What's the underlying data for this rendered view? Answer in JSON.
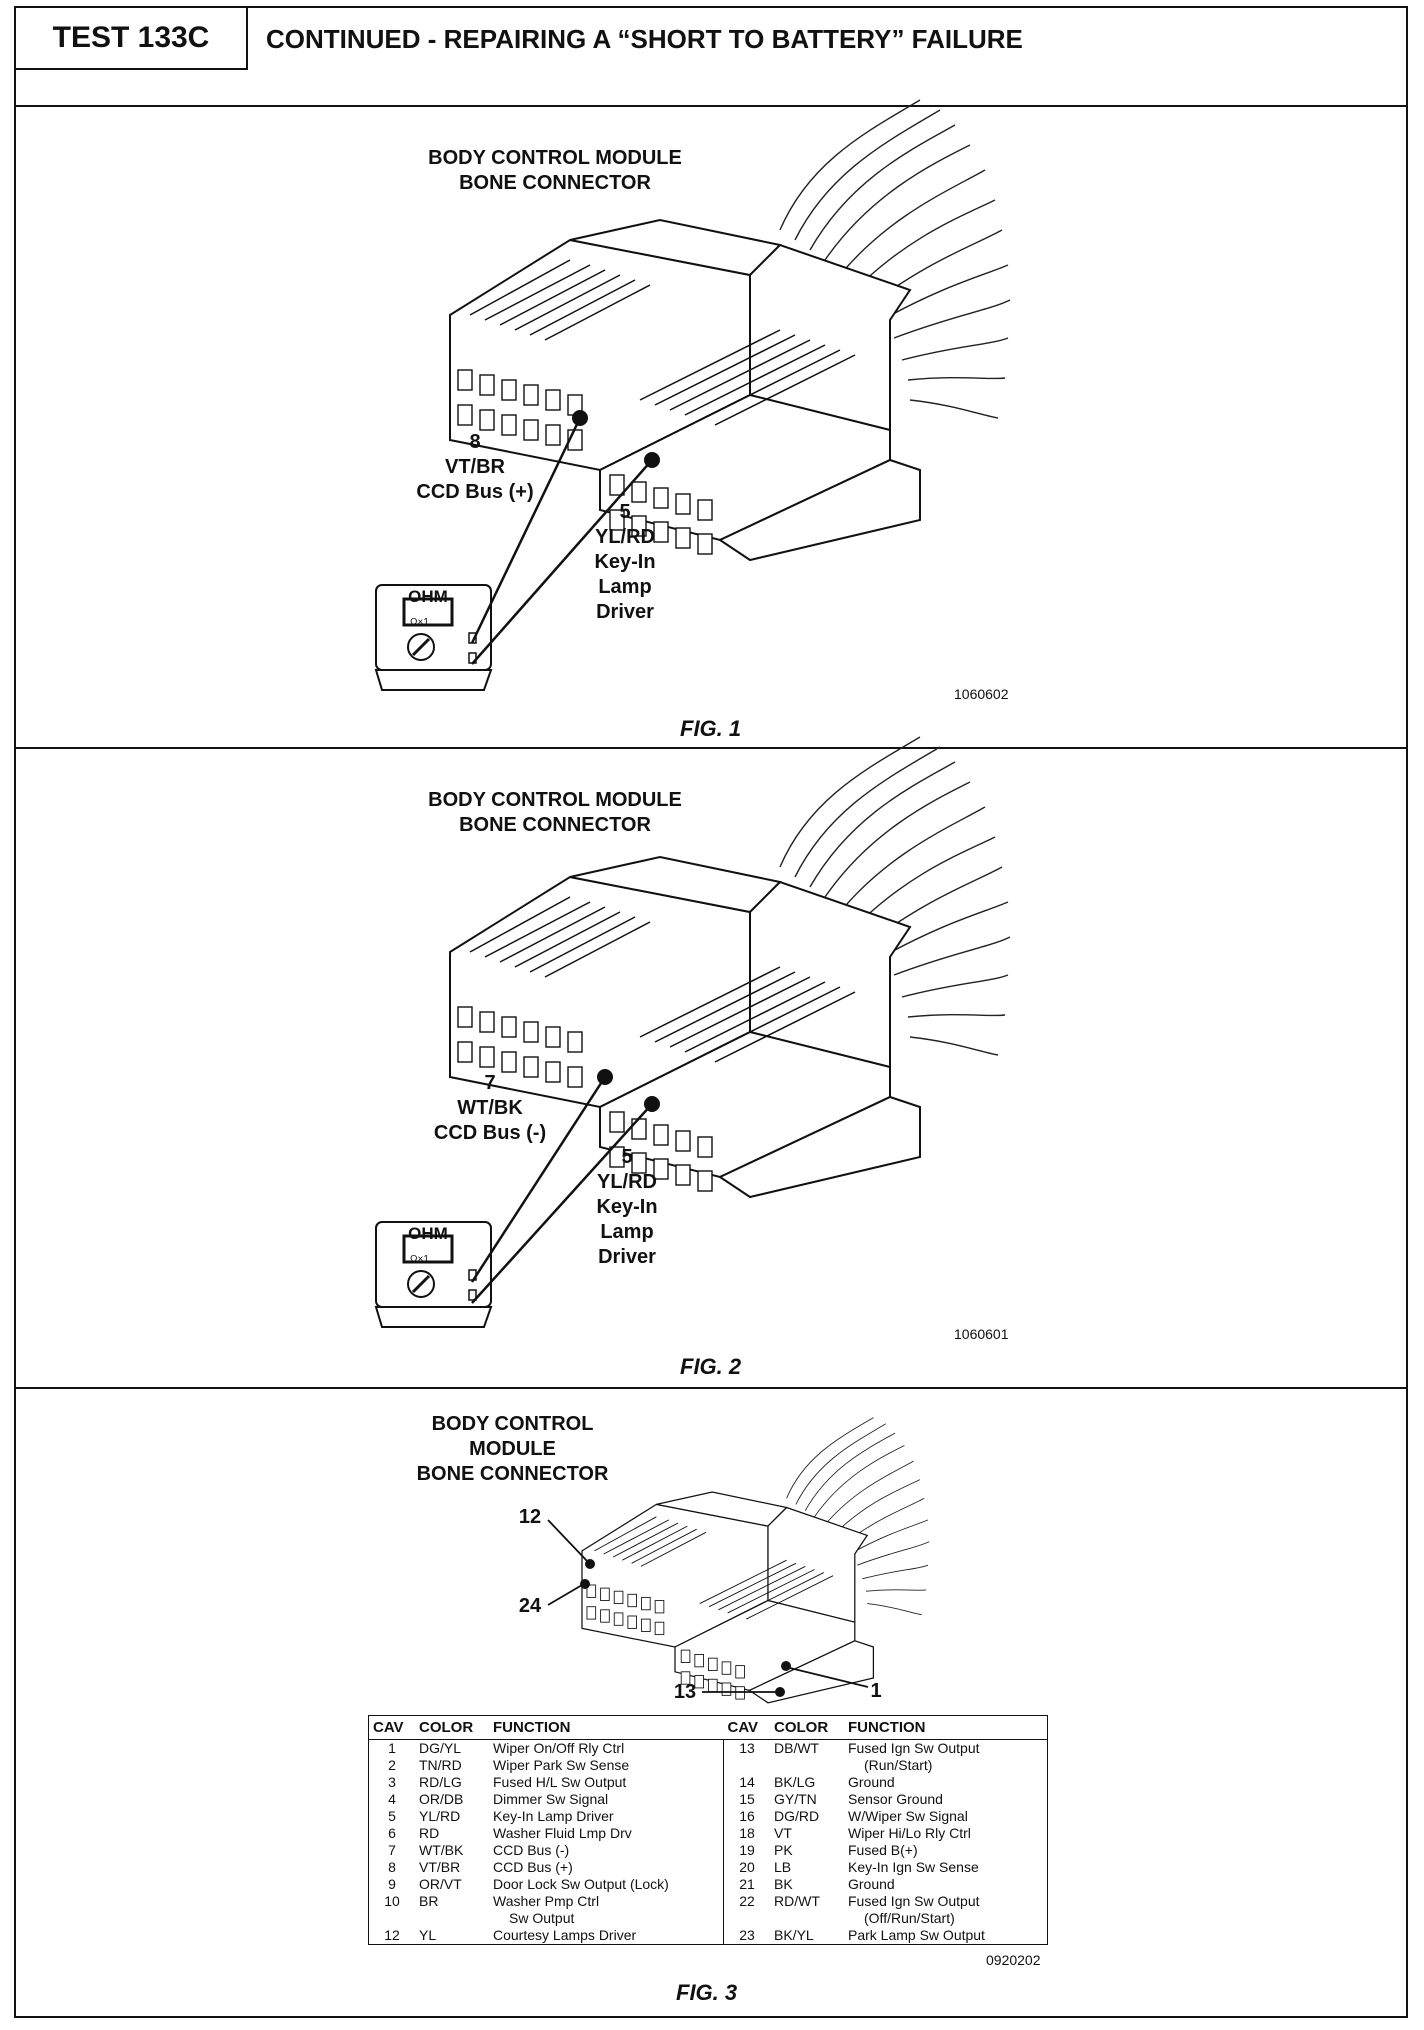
{
  "header": {
    "test_label": "TEST 133C",
    "title": "CONTINUED - REPAIRING A “SHORT TO BATTERY” FAILURE"
  },
  "fig1": {
    "connector_label_line1": "BODY CONTROL MODULE",
    "connector_label_line2": "BONE CONNECTOR",
    "pin_a": {
      "number": "8",
      "color": "VT/BR",
      "function": "CCD Bus (+)"
    },
    "pin_b": {
      "number": "5",
      "color": "YL/RD",
      "function_line1": "Key-In",
      "function_line2": "Lamp",
      "function_line3": "Driver"
    },
    "meter_display": "OHM",
    "meter_range": "Ω×1",
    "code": "1060602",
    "caption": "FIG. 1"
  },
  "fig2": {
    "connector_label_line1": "BODY CONTROL MODULE",
    "connector_label_line2": "BONE CONNECTOR",
    "pin_a": {
      "number": "7",
      "color": "WT/BK",
      "function": "CCD Bus (-)"
    },
    "pin_b": {
      "number": "5",
      "color": "YL/RD",
      "function_line1": "Key-In",
      "function_line2": "Lamp",
      "function_line3": "Driver"
    },
    "meter_display": "OHM",
    "meter_range": "Ω×1",
    "code": "1060601",
    "caption": "FIG. 2"
  },
  "fig3": {
    "connector_label_line1": "BODY CONTROL",
    "connector_label_line2": "MODULE",
    "connector_label_line3": "BONE CONNECTOR",
    "cavity_labels": {
      "c12": "12",
      "c24": "24",
      "c13": "13",
      "c1": "1"
    },
    "table_headers": {
      "cav": "CAV",
      "color": "COLOR",
      "function": "FUNCTION"
    },
    "rows": [
      {
        "l_cav": "1",
        "l_color": "DG/YL",
        "l_func": "Wiper On/Off Rly Ctrl",
        "r_cav": "13",
        "r_color": "DB/WT",
        "r_func": "Fused Ign Sw Output"
      },
      {
        "l_cav": "2",
        "l_color": "TN/RD",
        "l_func": "Wiper Park Sw Sense",
        "r_cav": "",
        "r_color": "",
        "r_func": "(Run/Start)"
      },
      {
        "l_cav": "3",
        "l_color": "RD/LG",
        "l_func": "Fused H/L Sw Output",
        "r_cav": "14",
        "r_color": "BK/LG",
        "r_func": "Ground"
      },
      {
        "l_cav": "4",
        "l_color": "OR/DB",
        "l_func": "Dimmer Sw Signal",
        "r_cav": "15",
        "r_color": "GY/TN",
        "r_func": "Sensor Ground"
      },
      {
        "l_cav": "5",
        "l_color": "YL/RD",
        "l_func": "Key-In Lamp Driver",
        "r_cav": "16",
        "r_color": "DG/RD",
        "r_func": "W/Wiper Sw Signal"
      },
      {
        "l_cav": "6",
        "l_color": "RD",
        "l_func": "Washer Fluid Lmp Drv",
        "r_cav": "18",
        "r_color": "VT",
        "r_func": "Wiper Hi/Lo Rly Ctrl"
      },
      {
        "l_cav": "7",
        "l_color": "WT/BK",
        "l_func": "CCD Bus (-)",
        "r_cav": "19",
        "r_color": "PK",
        "r_func": "Fused B(+)"
      },
      {
        "l_cav": "8",
        "l_color": "VT/BR",
        "l_func": "CCD Bus (+)",
        "r_cav": "20",
        "r_color": "LB",
        "r_func": "Key-In Ign Sw Sense"
      },
      {
        "l_cav": "9",
        "l_color": "OR/VT",
        "l_func": "Door Lock Sw Output (Lock)",
        "r_cav": "21",
        "r_color": "BK",
        "r_func": "Ground"
      },
      {
        "l_cav": "10",
        "l_color": "BR",
        "l_func": "Washer Pmp Ctrl",
        "r_cav": "22",
        "r_color": "RD/WT",
        "r_func": "Fused Ign Sw Output"
      },
      {
        "l_cav": "",
        "l_color": "",
        "l_func": "Sw Output",
        "r_cav": "",
        "r_color": "",
        "r_func": "(Off/Run/Start)"
      },
      {
        "l_cav": "12",
        "l_color": "YL",
        "l_func": "Courtesy Lamps Driver",
        "r_cav": "23",
        "r_color": "BK/YL",
        "r_func": "Park Lamp Sw Output"
      }
    ],
    "code": "0920202",
    "caption": "FIG. 3"
  }
}
